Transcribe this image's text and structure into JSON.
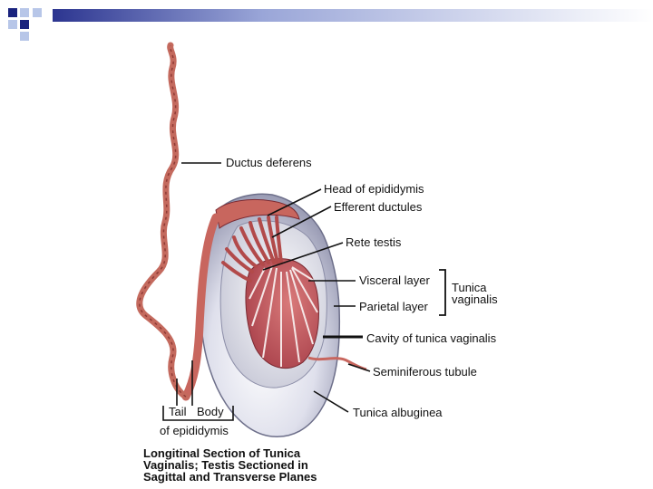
{
  "slide": {
    "accent_colors": {
      "navy": "#1a237e",
      "light_blue": "#b7c6e8",
      "header_gradient_start": "#2c3590",
      "header_gradient_end": "#ffffff"
    }
  },
  "diagram": {
    "labels": {
      "ductus_deferens": "Ductus deferens",
      "head_of_epididymis": "Head of epididymis",
      "efferent_ductules": "Efferent ductules",
      "rete_testis": "Rete testis",
      "visceral_layer": "Visceral layer",
      "parietal_layer": "Parietal layer",
      "tunica_vaginalis_line1": "Tunica",
      "tunica_vaginalis_line2": "vaginalis",
      "cavity_of_tunica_vaginalis": "Cavity of tunica vaginalis",
      "seminiferous_tubule": "Seminiferous tubule",
      "tunica_albuginea": "Tunica albuginea",
      "tail": "Tail",
      "body": "Body",
      "of_epididymis": "of epididymis"
    },
    "caption": {
      "line1": "Longitinal Section of Tunica",
      "line2": "Vaginalis; Testis Sectioned in",
      "line3": "Sagittal and Transverse Planes"
    }
  }
}
